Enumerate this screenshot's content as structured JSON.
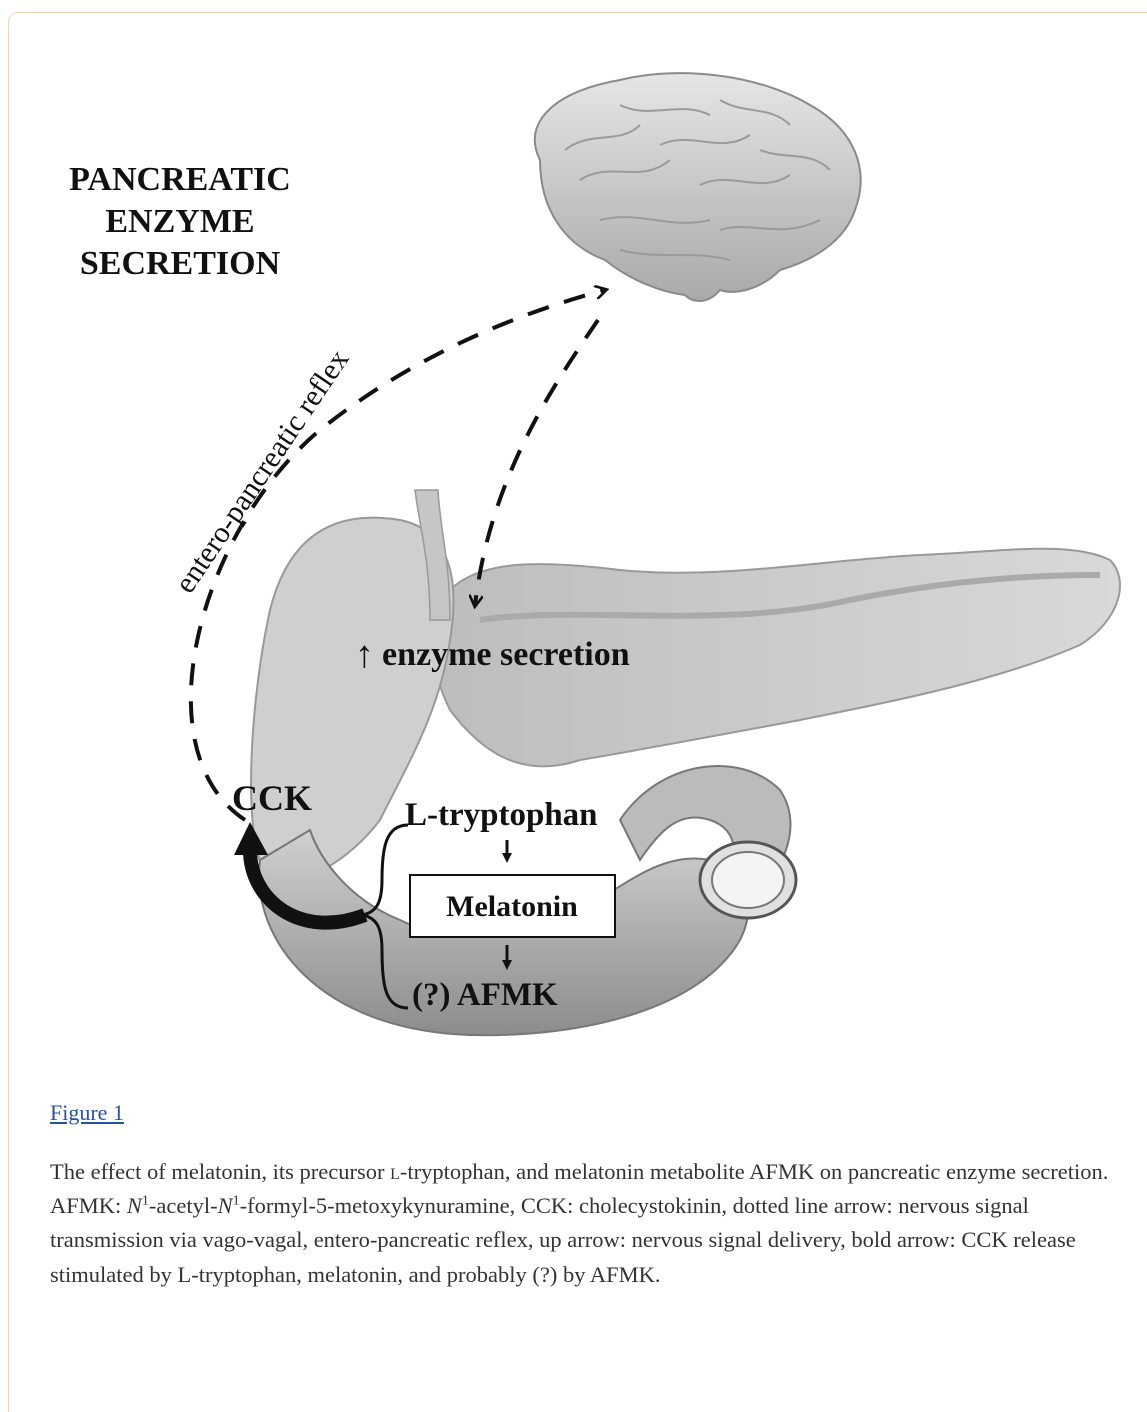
{
  "figure": {
    "title_lines": [
      "PANCREATIC",
      "ENZYME",
      "SECRETION"
    ],
    "reflex_label": "entero-pancreatic reflex",
    "enzyme_label": "enzyme secretion",
    "up_arrow": "↑",
    "cck_label": "CCK",
    "tryptophan_label": "L-tryptophan",
    "melatonin_label": "Melatonin",
    "afmk_label": "(?) AFMK"
  },
  "figure_link": "Figure 1",
  "caption": {
    "p1": "The effect of melatonin, its precursor ",
    "l_small": "l",
    "p2": "-tryptophan, and melatonin metabolite AFMK on pancreatic enzyme secretion. AFMK: ",
    "n1": "N",
    "sup1": "1",
    "p3": "-acetyl-",
    "n2": "N",
    "sup2": "1",
    "p4": "-formyl-5-metoxykynuramine, CCK: cholecystokinin, dotted line arrow: nervous signal transmission via vago-vagal, entero-pancreatic reflex, up arrow: nervous signal delivery, bold arrow: CCK release stimulated by L-tryptophan, melatonin, and probably (?) by AFMK."
  }
}
